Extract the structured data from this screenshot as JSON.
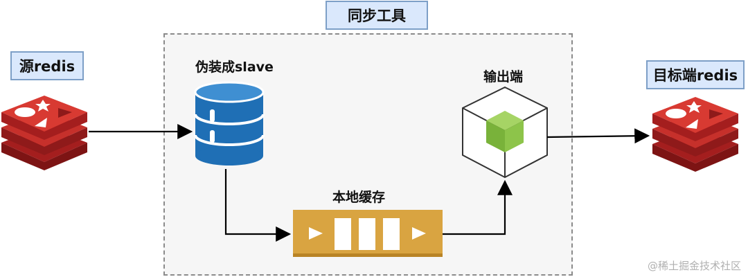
{
  "title": "同步工具",
  "source": {
    "label": "源redis",
    "icon": "redis-logo-icon"
  },
  "target": {
    "label": "目标端redis",
    "icon": "redis-logo-icon"
  },
  "nodes": {
    "slave": {
      "label": "伪装成slave",
      "icon": "database-icon"
    },
    "output": {
      "label": "输出端",
      "icon": "cube-icon"
    },
    "cache": {
      "label": "本地缓存",
      "icon": "queue-icon"
    }
  },
  "watermark": "@稀土掘金技术社区",
  "colors": {
    "label_fill": "#dae8fc",
    "label_border": "#7d9fc7",
    "redis_red": "#c6302b",
    "db_blue": "#1f6fb5",
    "queue_gold": "#d9a441",
    "cube_green": "#8dc44a",
    "arrow": "#000000"
  }
}
